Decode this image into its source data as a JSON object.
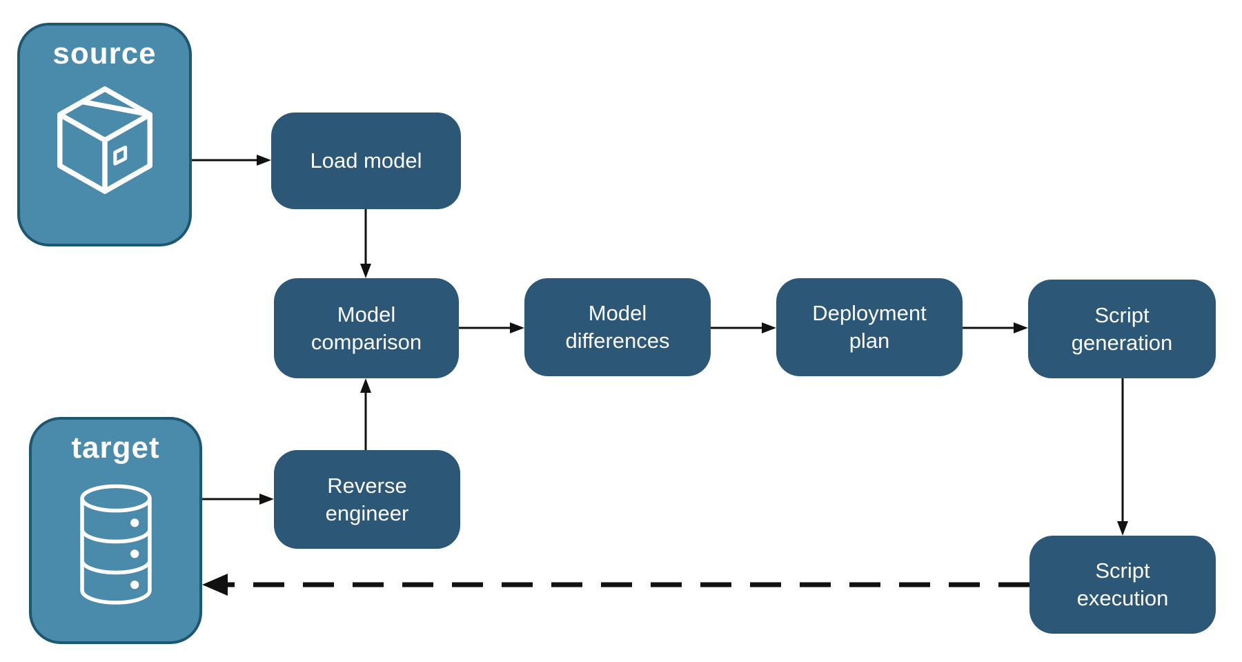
{
  "colors": {
    "accent_light": "#4a8aab",
    "accent_dark": "#2d5777",
    "border_light": "#1d566f",
    "arrow": "#111111",
    "node_text": "#fbfcfd"
  },
  "source": {
    "label": "source",
    "icon": "package-icon"
  },
  "target": {
    "label": "target",
    "icon": "database-icon"
  },
  "nodes": [
    {
      "id": "load-model",
      "label": "Load model"
    },
    {
      "id": "model-comparison",
      "label": "Model\ncomparison"
    },
    {
      "id": "model-differences",
      "label": "Model\ndifferences"
    },
    {
      "id": "deployment-plan",
      "label": "Deployment\nplan"
    },
    {
      "id": "script-generation",
      "label": "Script\ngeneration"
    },
    {
      "id": "reverse-engineer",
      "label": "Reverse\nengineer"
    },
    {
      "id": "script-execution",
      "label": "Script\nexecution"
    }
  ],
  "edges": [
    {
      "from": "source",
      "to": "load-model",
      "style": "solid"
    },
    {
      "from": "load-model",
      "to": "model-comparison",
      "style": "solid"
    },
    {
      "from": "model-comparison",
      "to": "model-differences",
      "style": "solid"
    },
    {
      "from": "model-differences",
      "to": "deployment-plan",
      "style": "solid"
    },
    {
      "from": "deployment-plan",
      "to": "script-generation",
      "style": "solid"
    },
    {
      "from": "script-generation",
      "to": "script-execution",
      "style": "solid"
    },
    {
      "from": "target",
      "to": "reverse-engineer",
      "style": "solid"
    },
    {
      "from": "reverse-engineer",
      "to": "model-comparison",
      "style": "solid"
    },
    {
      "from": "script-execution",
      "to": "target",
      "style": "dashed"
    }
  ]
}
